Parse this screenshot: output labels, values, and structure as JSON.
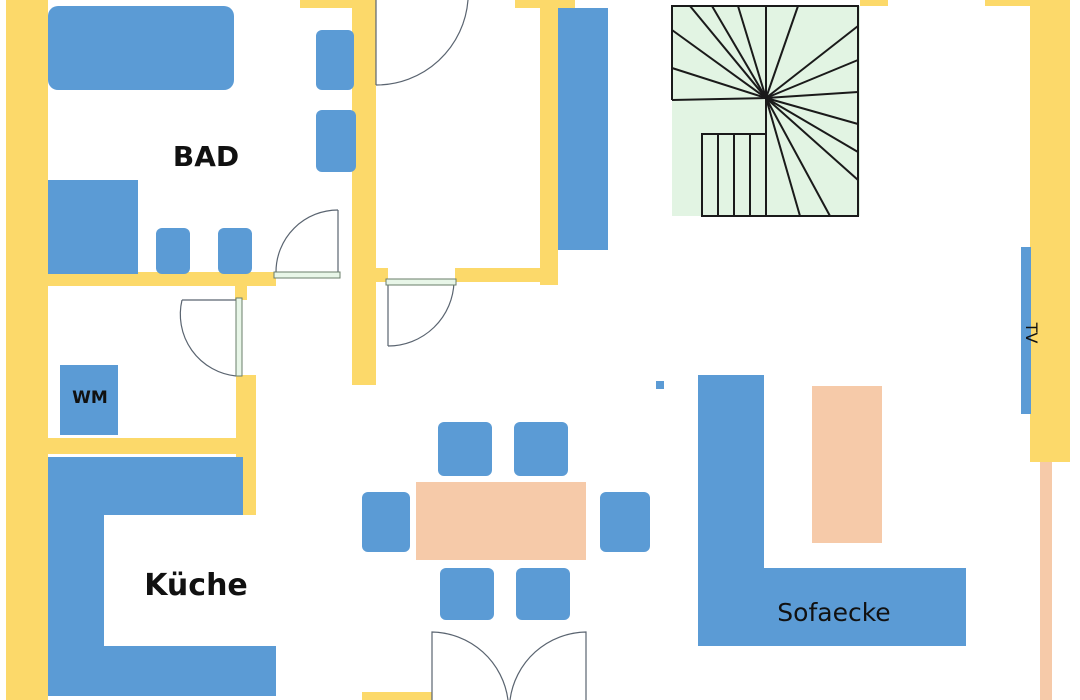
{
  "rooms": {
    "bad": "BAD",
    "wm": "WM",
    "kueche": "Küche",
    "sofaecke": "Sofaecke",
    "tv": "TV"
  },
  "colors": {
    "wall": "#fcd96a",
    "furniture": "#5b9bd5",
    "table": "#f6caa9",
    "stairs": "#e2f4e3"
  }
}
